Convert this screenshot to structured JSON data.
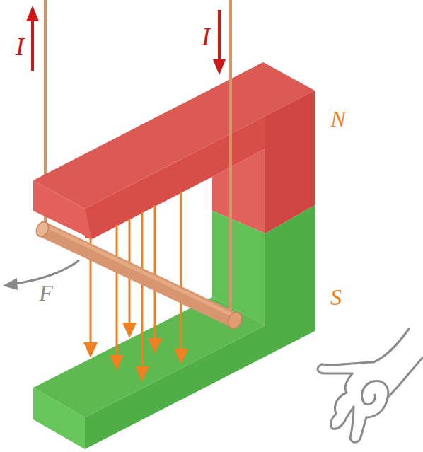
{
  "diagram": {
    "labels": [
      "I",
      "I",
      "N",
      "S",
      "F"
    ]
  }
}
